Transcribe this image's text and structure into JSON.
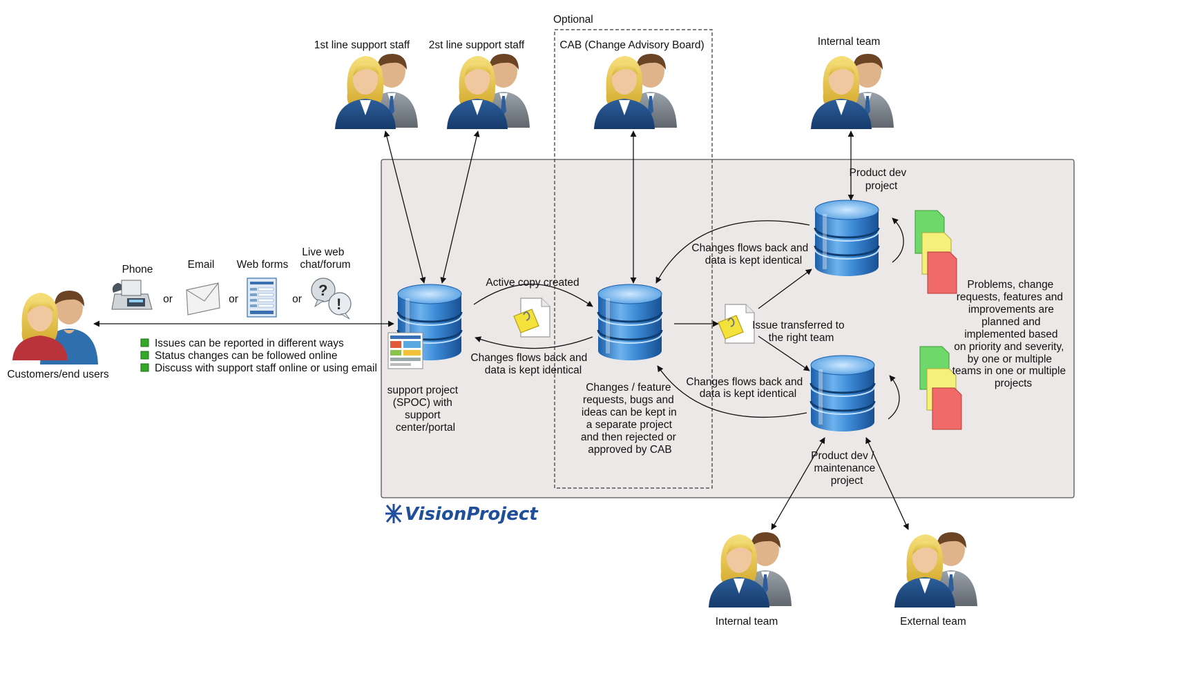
{
  "labels": {
    "optional": "Optional",
    "cab": "CAB (Change Advisory Board)",
    "first_line": "1st line support staff",
    "second_line": "2st line support staff",
    "internal_team_top": "Internal team",
    "product_dev": [
      "Product dev",
      "project"
    ],
    "phone": "Phone",
    "email": "Email",
    "web_forms": "Web forms",
    "live_web": [
      "Live web",
      "chat/forum"
    ],
    "or": "or",
    "customers": "Customers/end users",
    "active_copy": "Active copy created",
    "changes_back_mid": [
      "Changes flows back and",
      "data is kept identical"
    ],
    "changes_back_upper": [
      "Changes flows back and",
      "data is kept identical"
    ],
    "changes_back_lower": [
      "Changes flows back and",
      "data is kept identical"
    ],
    "issue_transferred": [
      "Issue transferred to",
      "the right team"
    ],
    "support_project": [
      "support project",
      "(SPOC) with",
      "support",
      "center/portal"
    ],
    "cab_project": [
      "Changes / feature",
      "requests, bugs and",
      "ideas can be kept in",
      "a separate project",
      "and then rejected or",
      "approved  by CAB"
    ],
    "problems": [
      "Problems, change",
      "requests, features and",
      "improvements are",
      "planned and",
      "implemented based",
      "on priority and severity,",
      "by one or multiple",
      "teams in one or multiple",
      "projects"
    ],
    "maintenance": [
      "Product dev /",
      "maintenance",
      "project"
    ],
    "internal_team_bottom": "Internal team",
    "external_team": "External  team",
    "logo": "VisionProject"
  },
  "bullets": [
    "Issues can be reported in different ways",
    "Status changes can be followed online",
    "Discuss with support staff online or using email"
  ],
  "colors": {
    "panel_bg": "#ece8e7",
    "panel_border": "#555555",
    "db_blue": "#2f7fc8",
    "bullet_green": "#35a82a",
    "logo_blue": "#1f4e9b",
    "doc_green": "#6fd86a",
    "doc_yellow": "#f5f07a",
    "doc_red": "#f06a6a"
  },
  "icons": [
    "people-icon",
    "database-icon",
    "phone-icon",
    "email-icon",
    "web-form-icon",
    "chat-icon",
    "document-icon",
    "colored-documents-icon",
    "logo-icon"
  ]
}
